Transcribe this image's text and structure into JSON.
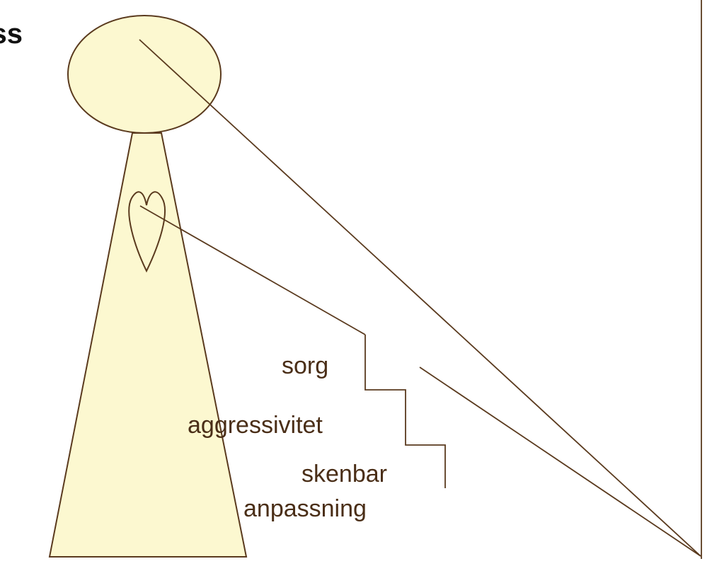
{
  "title_fragment": "ss",
  "stages": [
    {
      "label": "sorg"
    },
    {
      "label": "aggressivitet"
    },
    {
      "label": "skenbar"
    },
    {
      "label": "anpassning"
    }
  ],
  "colors": {
    "line": "#5a3a1e",
    "fill": "#fcf8d0",
    "text": "#4a2e17"
  }
}
